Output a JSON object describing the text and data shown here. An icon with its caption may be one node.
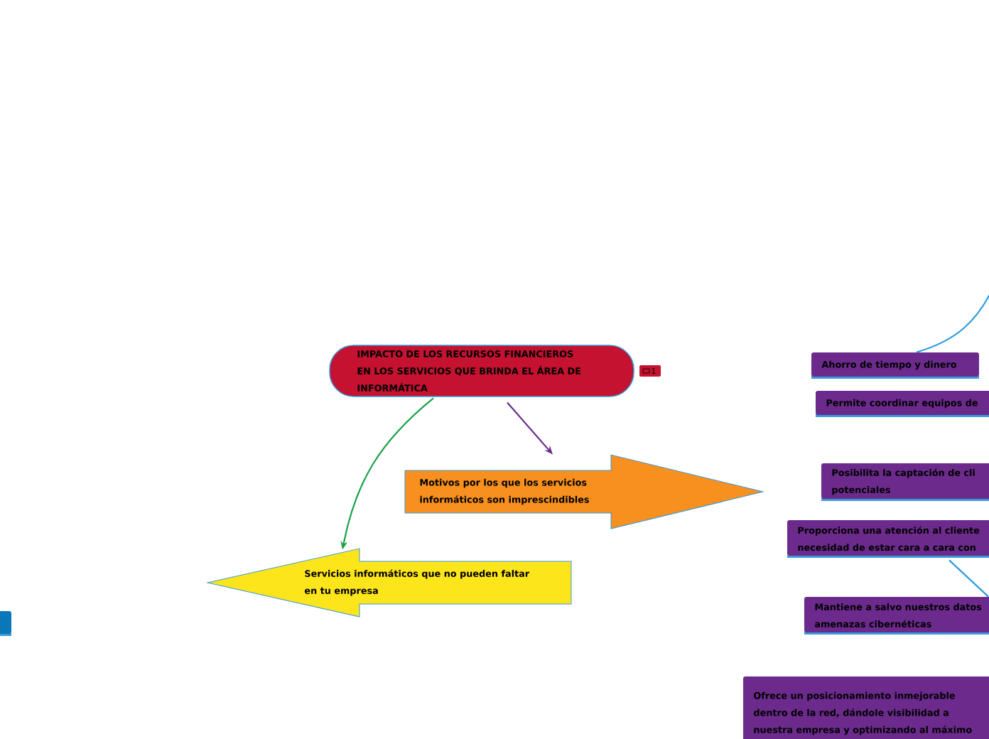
{
  "diagram": {
    "nodes": [
      {
        "text": [
          "IMPACTO DE LOS RECURSOS FINANCIEROS EN LOS SERVICIOS QUE BRINDA EL ÁREA DE INFORMÁTICA"
        ],
        "beside": [
          "1"
        ]
      },
      {
        "text": [
          "Motivos por los que los servicios informáticos son imprescindibles"
        ]
      },
      {
        "text": [
          "Servicios informáticos que no pueden faltar en tu empresa"
        ]
      },
      {
        "text": [
          "Ahorro de tiempo y dinero"
        ]
      },
      {
        "text": [
          "Permite coordinar equipos de"
        ]
      },
      {
        "text": [
          "Posibilita la captación de cli potenciales"
        ]
      },
      {
        "text": [
          "Proporciona una atención al cliente necesidad de estar cara a cara con"
        ]
      },
      {
        "text": [
          "Mantiene a salvo nuestros datos amenazas cibernéticas"
        ]
      },
      {
        "text": [
          "Ofrece un posicionamiento inmejorable dentro de la red, dándole visibilidad a nuestra empresa y optimizando al máximo"
        ]
      },
      {
        "text": [],
        "shape": "box"
      }
    ],
    "edges": [
      {
        "from": 0,
        "to": 1,
        "arrow": "to",
        "color": "#6b2a8c"
      },
      {
        "from": 0,
        "to": 2,
        "arrow": "to",
        "color": "#1aa04a"
      },
      {
        "from": null,
        "to": 3,
        "arrow": "none"
      },
      {
        "from": 7,
        "to": 6,
        "arrow": "none"
      }
    ]
  }
}
